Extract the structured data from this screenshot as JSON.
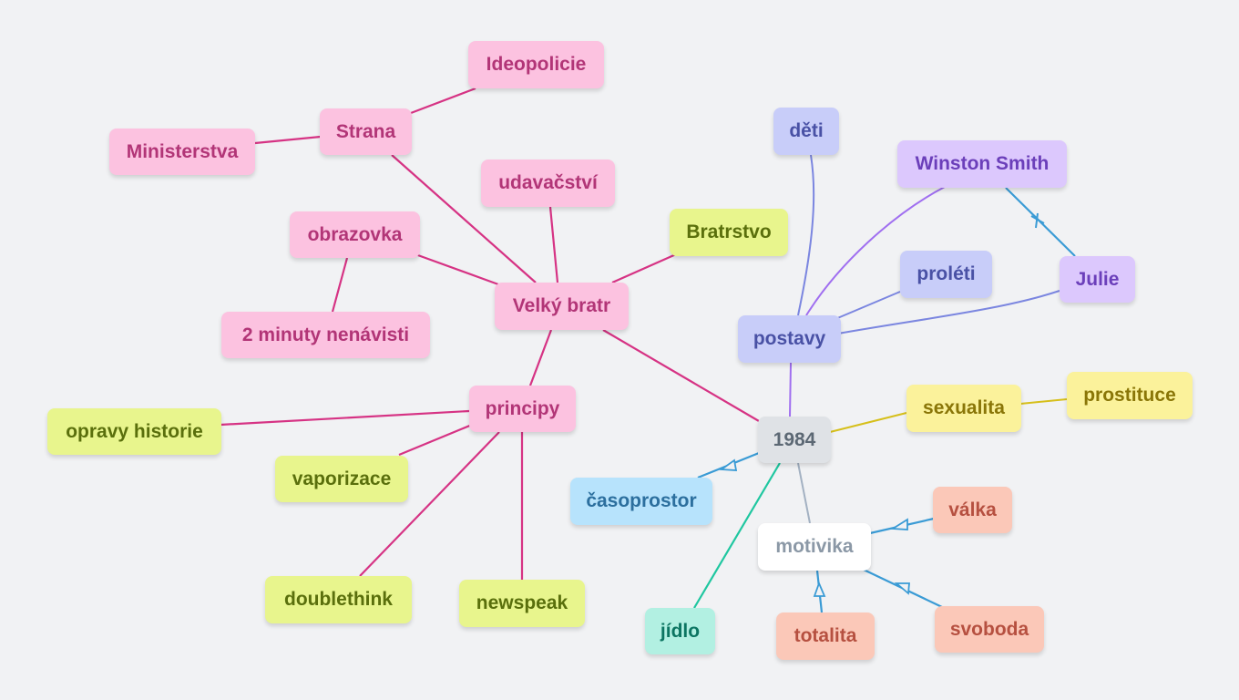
{
  "mindmap": {
    "root": {
      "label": "1984"
    },
    "branches": {
      "velky_bratr": {
        "label": "Velký bratr"
      },
      "strana": {
        "label": "Strana"
      },
      "ideopolicie": {
        "label": "Ideopolicie"
      },
      "ministerstva": {
        "label": "Ministerstva"
      },
      "udavacstvi": {
        "label": "udavačství"
      },
      "bratrstvo": {
        "label": "Bratrstvo"
      },
      "obrazovka": {
        "label": "obrazovka"
      },
      "dve_minuty": {
        "label": "2 minuty nenávisti"
      },
      "principy": {
        "label": "principy"
      },
      "opravy_historie": {
        "label": "opravy historie"
      },
      "vaporizace": {
        "label": "vaporizace"
      },
      "doublethink": {
        "label": "doublethink"
      },
      "newspeak": {
        "label": "newspeak"
      },
      "postavy": {
        "label": "postavy"
      },
      "deti": {
        "label": "děti"
      },
      "winston_smith": {
        "label": "Winston Smith"
      },
      "proleti": {
        "label": "proléti"
      },
      "julie": {
        "label": "Julie"
      },
      "sexualita": {
        "label": "sexualita"
      },
      "prostituce": {
        "label": "prostituce"
      },
      "casoprostor": {
        "label": "časoprostor"
      },
      "motivika": {
        "label": "motivika"
      },
      "valka": {
        "label": "válka"
      },
      "svoboda": {
        "label": "svoboda"
      },
      "totalita": {
        "label": "totalita"
      },
      "jidlo": {
        "label": "jídlo"
      }
    }
  },
  "colors": {
    "background": "#f1f2f4",
    "pink_line": "#d63384",
    "lime_line": "#d63384",
    "blue_line": "#7b86e0",
    "violet_line": "#a06ff0",
    "yellow_line": "#d6bf1a",
    "teal_line": "#1fc7a0",
    "grey_line": "#a3b1c2",
    "arrow_line": "#3a9bd5"
  }
}
